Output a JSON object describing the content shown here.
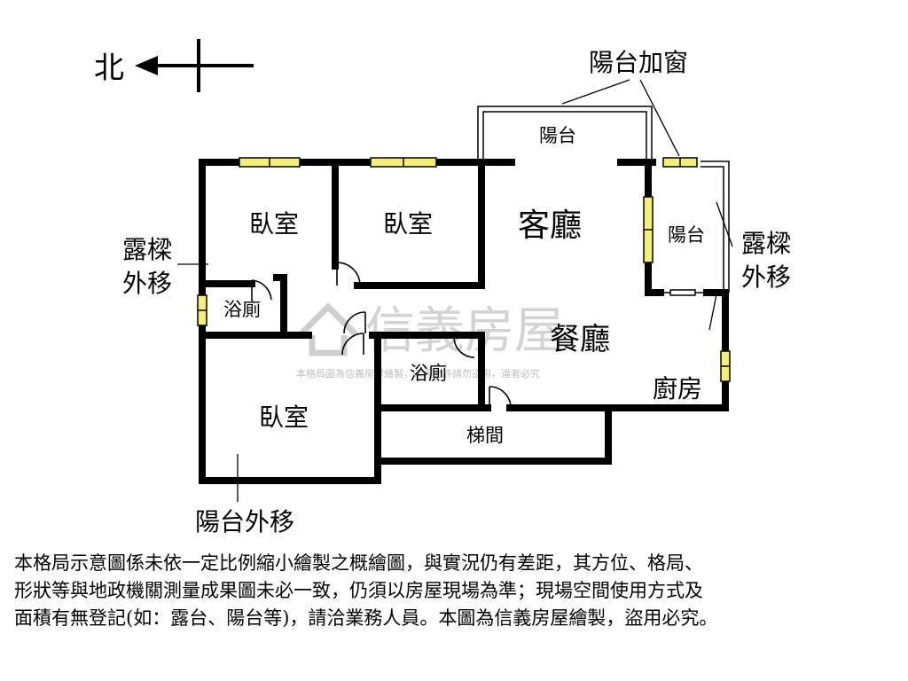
{
  "compass": {
    "north": "北"
  },
  "callouts": {
    "balcony_window": "陽台加窗",
    "beam_left_line1": "露樑",
    "beam_left_line2": "外移",
    "beam_right_line1": "露樑",
    "beam_right_line2": "外移",
    "balcony_moved": "陽台外移"
  },
  "rooms": {
    "bedroom_1": "臥室",
    "bedroom_2": "臥室",
    "bedroom_3": "臥室",
    "living_room": "客廳",
    "dining_room": "餐廳",
    "kitchen": "廚房",
    "balcony_top": "陽台",
    "balcony_right": "陽台",
    "bathroom_1": "浴廁",
    "bathroom_2": "浴廁",
    "stairwell": "梯間"
  },
  "watermark": {
    "brand": "信義房屋",
    "notice": "本格局圖為信義房屋繪製，未經允許請勿盜用，違者必究"
  },
  "disclaimer": "本格局示意圖係未依一定比例縮小繪製之概繪圖，與實況仍有差距，其方位、格局、\n形狀等與地政機關測量成果圖未必一致，仍須以房屋現場為準；現場空間使用方式及\n面積有無登記(如：露台、陽台等)，請洽業務人員。本圖為信義房屋繪製，盜用必究。",
  "colors": {
    "wall": "#000000",
    "window": "#f3ef7a",
    "watermark": "#c8c8c8"
  }
}
